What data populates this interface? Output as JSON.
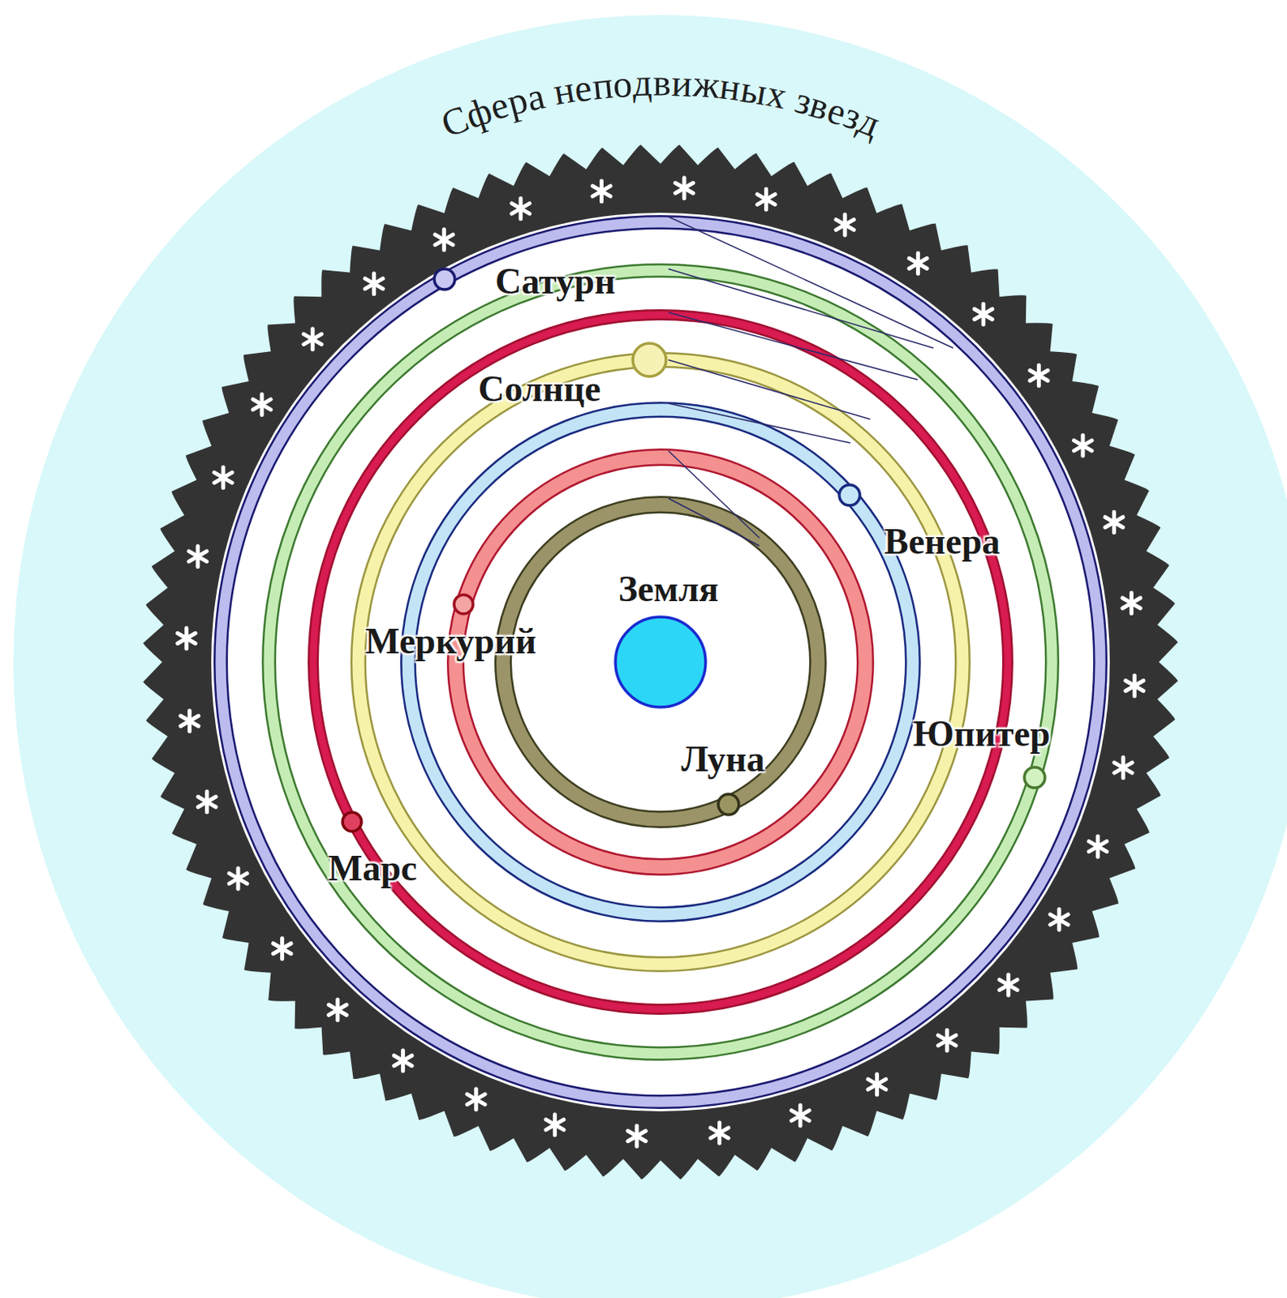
{
  "diagram": {
    "title": "Сфера неподвижных звезд",
    "nodes": [
      {
        "text": [
          "Сатурн"
        ]
      },
      {
        "text": [
          "Солнце"
        ]
      },
      {
        "text": [
          "Венера"
        ]
      },
      {
        "text": [
          "Земля"
        ]
      },
      {
        "text": [
          "Меркурий"
        ]
      },
      {
        "text": [
          "Юпитер"
        ]
      },
      {
        "text": [
          "Луна"
        ]
      },
      {
        "text": [
          "Марс"
        ]
      }
    ]
  }
}
